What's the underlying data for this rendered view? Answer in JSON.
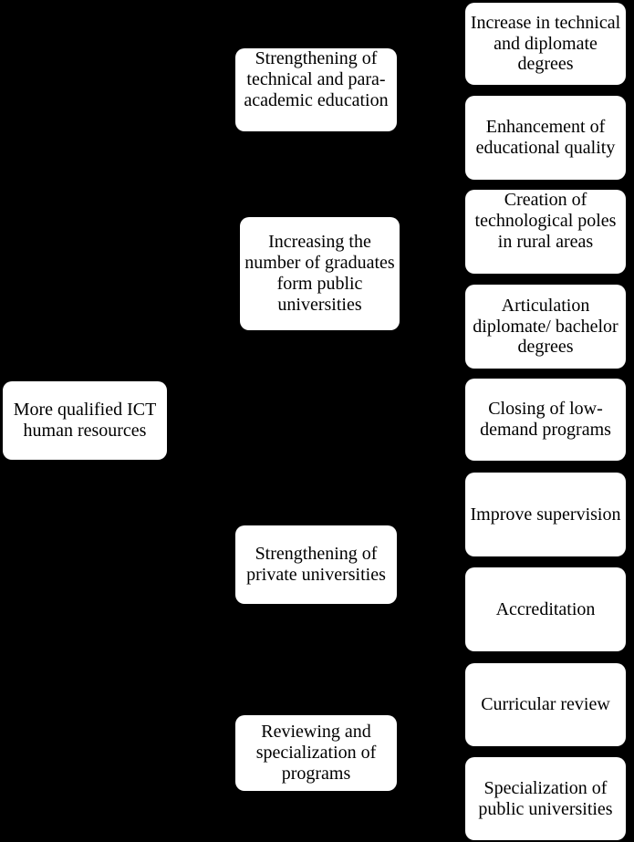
{
  "diagram": {
    "type": "tree-hierarchy",
    "background_color": "#000000",
    "node_fill_color": "#ffffff",
    "node_text_color": "#000000",
    "root": {
      "label": "More qualified ICT human resources"
    },
    "branches": [
      {
        "label": "Strengthening of technical and para-academic education",
        "leaves": [
          "Increase in technical and diplomate degrees",
          "Enhancement of educational quality"
        ]
      },
      {
        "label": "Increasing the number of graduates form public universities",
        "leaves": [
          "Creation of technological poles in rural areas",
          "Articulation diplomate/ bachelor degrees",
          "Closing of low-demand programs"
        ]
      },
      {
        "label": "Strengthening of private universities",
        "leaves": [
          "Improve supervision",
          "Accreditation"
        ]
      },
      {
        "label": "Reviewing and specialization of programs",
        "leaves": [
          "Curricular review",
          "Specialization of public universities"
        ]
      }
    ],
    "leaves_flat": [
      "Increase in technical and diplomate degrees",
      "Enhancement of educational quality",
      "Creation of technological poles in rural areas",
      "Articulation diplomate/ bachelor degrees",
      "Closing of low-demand programs",
      "Improve supervision",
      "Accreditation",
      "Curricular review",
      "Specialization of public universities"
    ]
  }
}
